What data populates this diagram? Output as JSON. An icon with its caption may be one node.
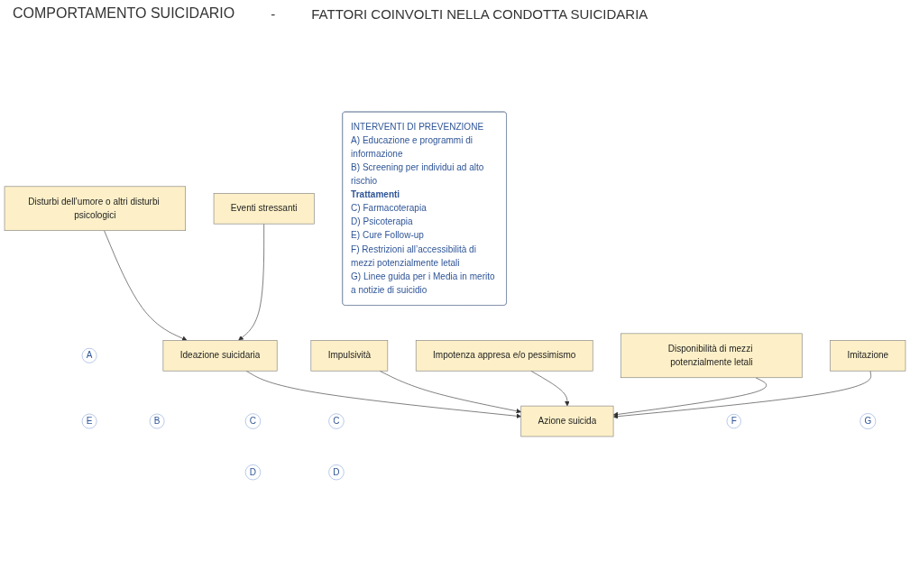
{
  "diagram": {
    "title": "COMPORTAMENTO SUICIDARIO",
    "nodes": [
      {
        "text": [
          "Eventi stressanti"
        ]
      },
      {
        "text": [
          "Disturbi dell’umore o altri disturbi psicologici"
        ]
      },
      {
        "text": [
          "A"
        ]
      },
      {
        "text": [
          "E"
        ]
      },
      {
        "text": [
          "Ideazione suicidaria"
        ]
      },
      {
        "text": [
          "B"
        ]
      },
      {
        "text": [
          "Impulsività"
        ]
      },
      {
        "text": [
          "C"
        ]
      },
      {
        "text": [
          "D"
        ]
      },
      {
        "text": [
          "Impotenza appresa e/o pessimismo"
        ]
      },
      {
        "text": [
          "C"
        ]
      },
      {
        "text": [
          "D"
        ]
      },
      {
        "text": [
          "Disponibilità di mezzi potenzialmente letali"
        ]
      },
      {
        "text": [
          "F"
        ]
      },
      {
        "text": [
          "Imitazione"
        ]
      },
      {
        "text": [
          "G"
        ]
      },
      {
        "text": [
          "Azione suicida"
        ]
      },
      {
        "text": [
          "INTERVENTI DI PREVENZIONE",
          "A) Educazione e programmi di informazione",
          "B) Screening per individui ad alto rischio",
          "Trattamenti",
          "C) Farmacoterapia",
          "D) Psicoterapia",
          "E) Cure Follow-up",
          "F) Restrizioni all’accessibilità di mezzi potenzialmente letali",
          "G) Linee guida per i Media in merito a notizie di suicidio"
        ]
      }
    ],
    "edges": [
      {
        "from": 0,
        "to": 4,
        "arrow": "to"
      },
      {
        "from": 1,
        "to": 4,
        "arrow": "to"
      },
      {
        "from": 4,
        "to": 16,
        "arrow": "to"
      },
      {
        "from": 6,
        "to": 16,
        "arrow": "to"
      },
      {
        "from": 9,
        "to": 16,
        "arrow": "to"
      },
      {
        "from": 12,
        "to": 16,
        "arrow": "to"
      },
      {
        "from": 14,
        "to": 16,
        "arrow": "to"
      }
    ],
    "labels": [
      "-",
      "FATTORI COINVOLTI NELLA CONDOTTA SUICIDARIA"
    ]
  }
}
